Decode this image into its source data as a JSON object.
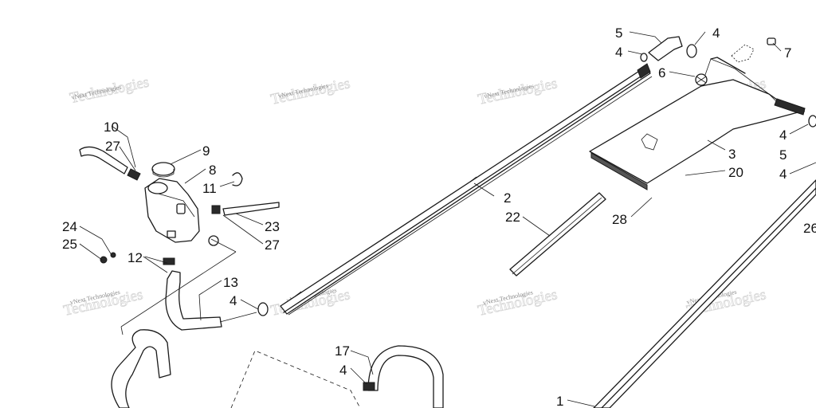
{
  "watermark": {
    "text": "vNext Technologies"
  },
  "callouts": [
    "1",
    "2",
    "3",
    "4",
    "5",
    "6",
    "7",
    "8",
    "9",
    "10",
    "11",
    "12",
    "13",
    "17",
    "20",
    "22",
    "23",
    "24",
    "25",
    "26",
    "27",
    "28"
  ]
}
